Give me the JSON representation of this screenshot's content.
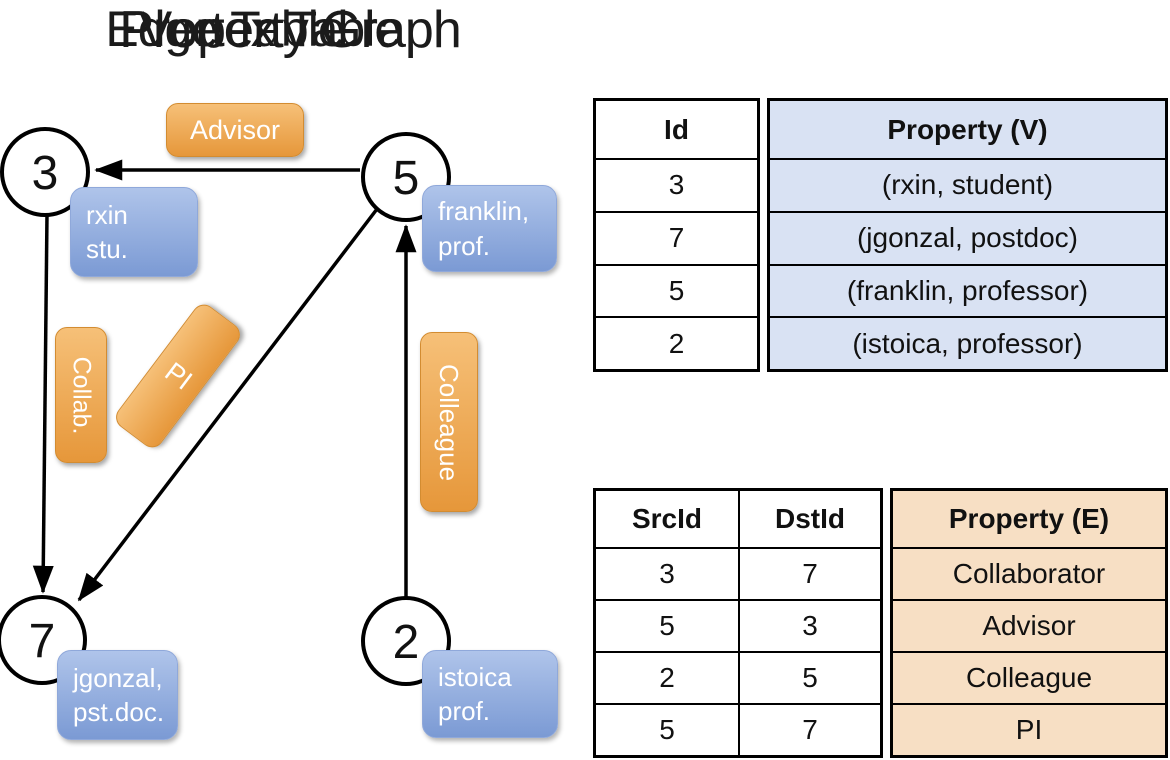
{
  "graph": {
    "title": "Property Graph",
    "nodes": [
      {
        "id": "3",
        "prop_line1": "rxin",
        "prop_line2": "stu."
      },
      {
        "id": "5",
        "prop_line1": "franklin,",
        "prop_line2": "prof."
      },
      {
        "id": "7",
        "prop_line1": "jgonzal,",
        "prop_line2": "pst.doc."
      },
      {
        "id": "2",
        "prop_line1": "istoica",
        "prop_line2": "prof."
      }
    ],
    "edge_labels": {
      "advisor": "Advisor",
      "collab": "Collab.",
      "pi": "PI",
      "colleague": "Colleague"
    }
  },
  "vertex_table": {
    "title": "Vertex Table",
    "columns": {
      "id": "Id",
      "property": "Property (V)"
    },
    "rows": [
      {
        "id": "3",
        "property": "(rxin, student)"
      },
      {
        "id": "7",
        "property": "(jgonzal, postdoc)"
      },
      {
        "id": "5",
        "property": "(franklin, professor)"
      },
      {
        "id": "2",
        "property": "(istoica, professor)"
      }
    ]
  },
  "edge_table": {
    "title": "Edge Table",
    "columns": {
      "src": "SrcId",
      "dst": "DstId",
      "property": "Property (E)"
    },
    "rows": [
      {
        "src": "3",
        "dst": "7",
        "property": "Collaborator"
      },
      {
        "src": "5",
        "dst": "3",
        "property": "Advisor"
      },
      {
        "src": "2",
        "dst": "5",
        "property": "Colleague"
      },
      {
        "src": "5",
        "dst": "7",
        "property": "PI"
      }
    ]
  },
  "colors": {
    "edge_label_fill": "#e6973a",
    "vertex_label_fill": "#7b9ad4",
    "vertex_property_cell": "#d9e2f3",
    "edge_property_cell": "#f7dfc4",
    "line": "#000000"
  }
}
